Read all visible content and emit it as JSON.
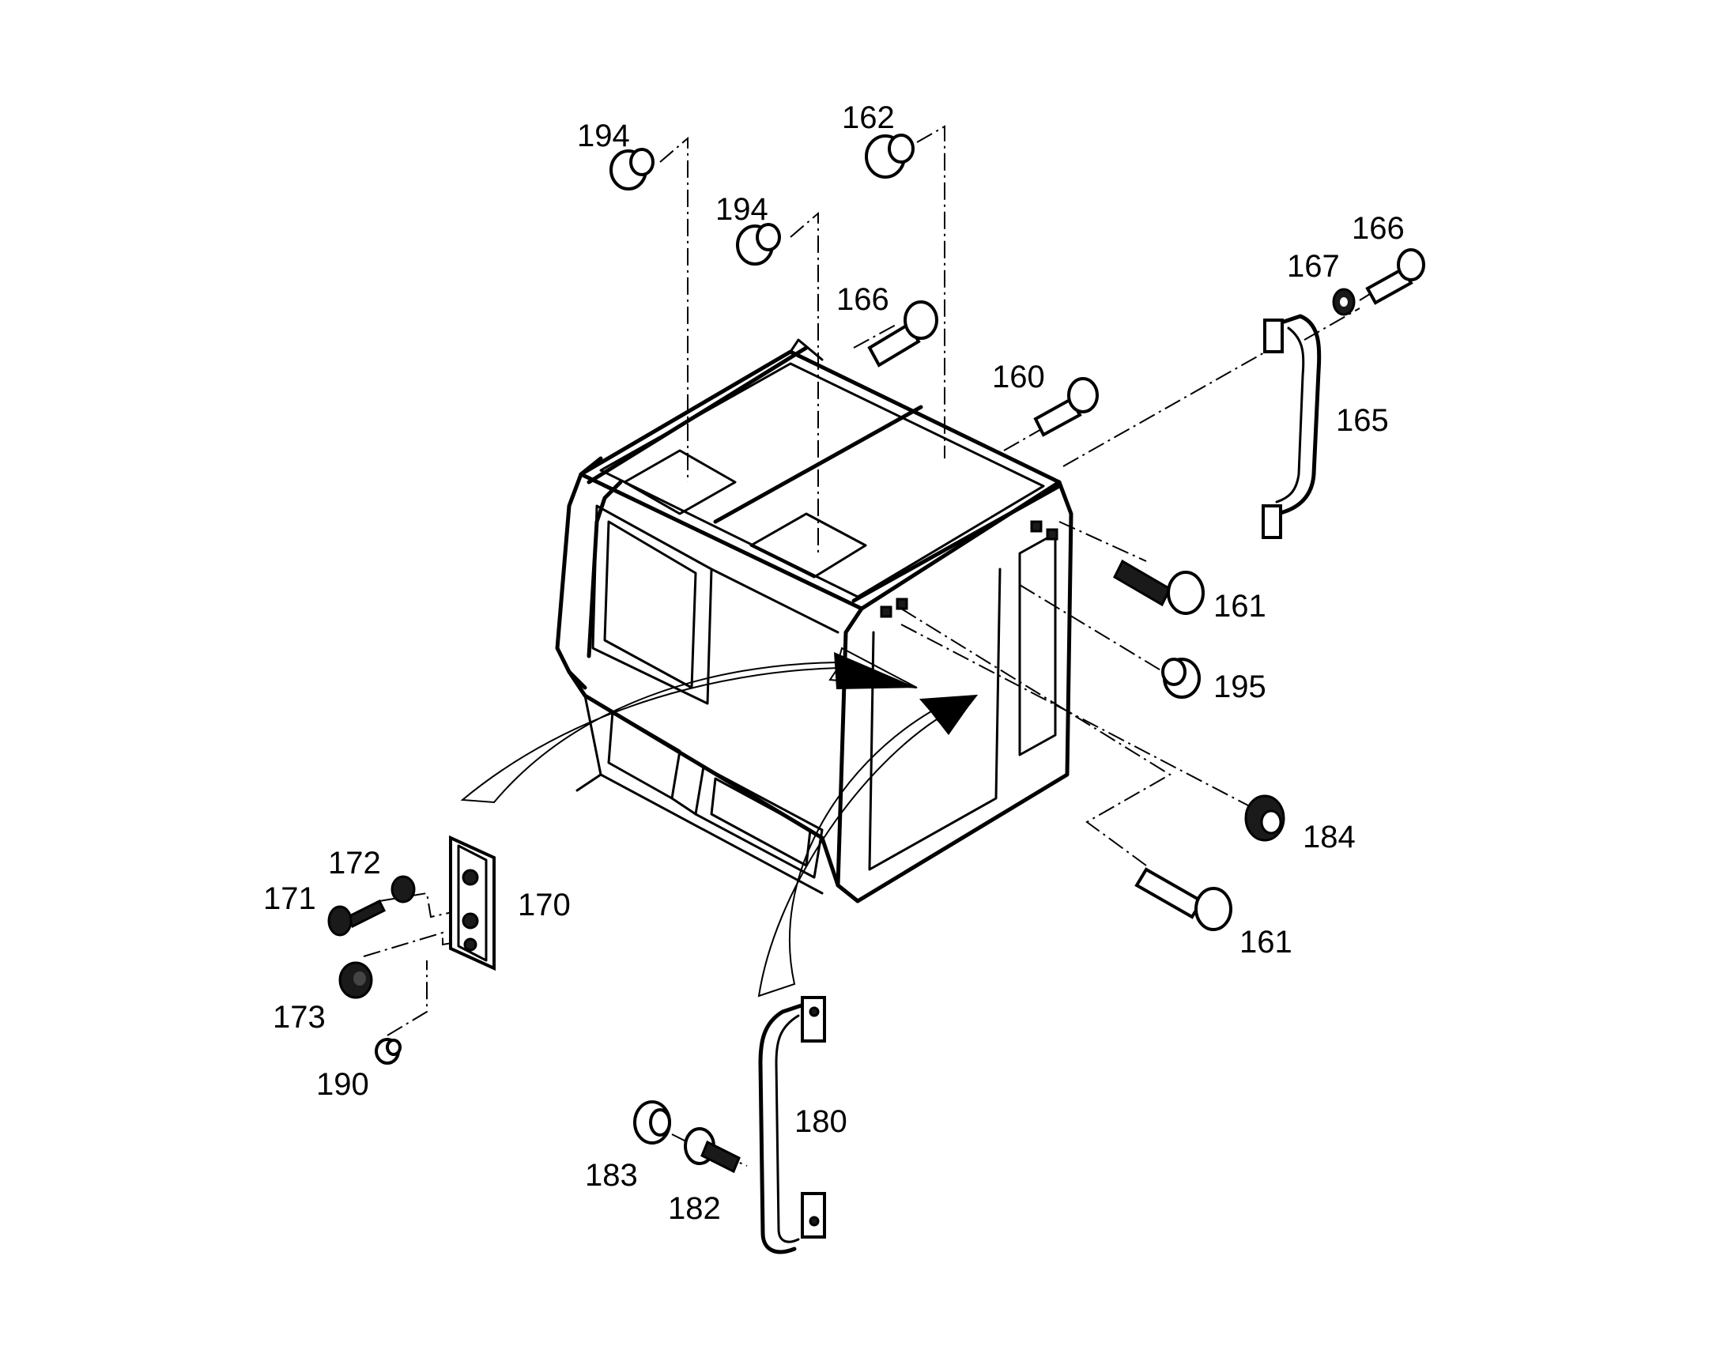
{
  "diagram": {
    "callouts": {
      "c194a": "194",
      "c162": "162",
      "c194b": "194",
      "c166a": "166",
      "c166b": "166",
      "c167": "167",
      "c160": "160",
      "c165": "165",
      "c161a": "161",
      "c195": "195",
      "c184": "184",
      "c161b": "161",
      "c172": "172",
      "c171": "171",
      "c170": "170",
      "c173": "173",
      "c190": "190",
      "c180": "180",
      "c183": "183",
      "c182": "182"
    }
  }
}
